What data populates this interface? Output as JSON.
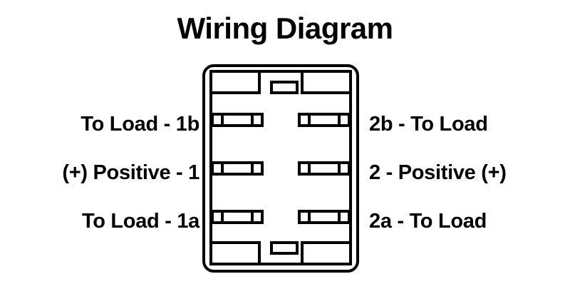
{
  "title": "Wiring Diagram",
  "colors": {
    "background": "#ffffff",
    "ink": "#000000"
  },
  "switch": {
    "name": "rocker-switch-terminal-body",
    "terminal_rows": 3,
    "terminals_per_row": 2,
    "top_tabs": 3,
    "bottom_tabs": 3
  },
  "labels": {
    "left": [
      {
        "text": "To Load - 1b",
        "pin": "1b"
      },
      {
        "text": "(+) Positive - 1",
        "pin": "1"
      },
      {
        "text": "To Load - 1a",
        "pin": "1a"
      }
    ],
    "right": [
      {
        "text": "2b - To Load",
        "pin": "2b"
      },
      {
        "text": "2 - Positive (+)",
        "pin": "2"
      },
      {
        "text": "2a - To Load",
        "pin": "2a"
      }
    ]
  }
}
